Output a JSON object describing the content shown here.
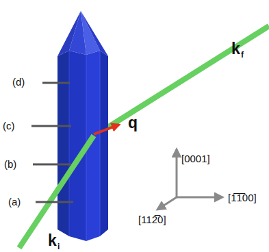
{
  "diagram": {
    "labels": [
      "(d)",
      "(c)",
      "(b)",
      "(a)",
      "k",
      "i",
      "k",
      "f",
      "q",
      "[0001]",
      "[1̅1̅​00]",
      "[112̅0]"
    ]
  }
}
